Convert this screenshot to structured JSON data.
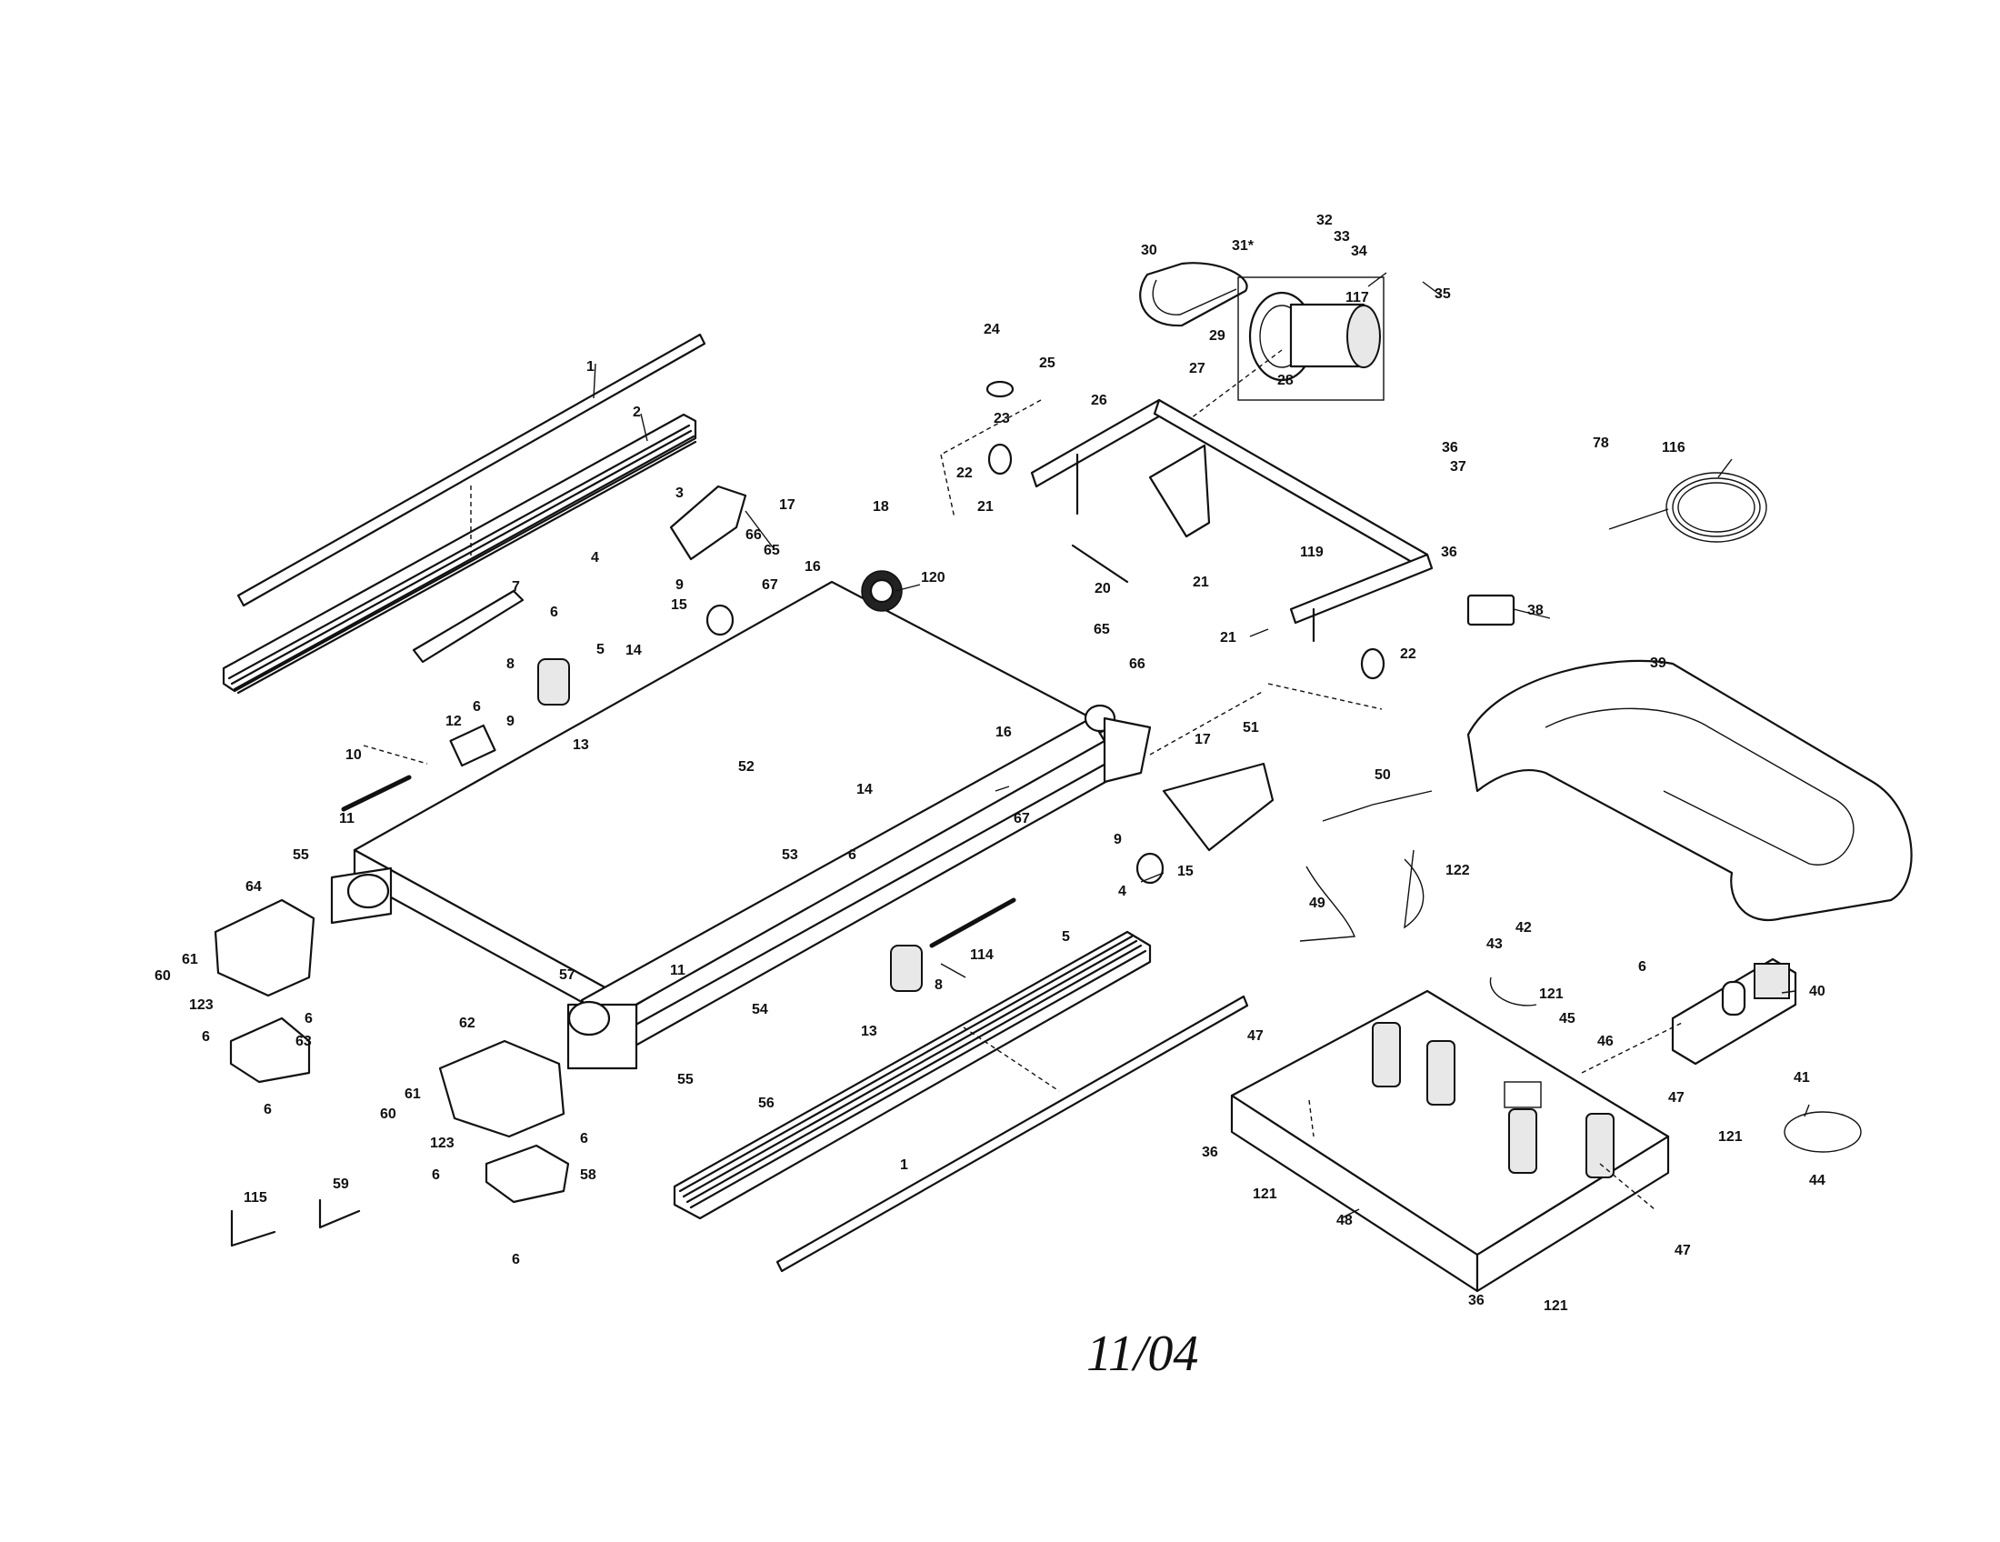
{
  "date_stamp": "11/04",
  "callouts": [
    {
      "id": "1a",
      "text": "1"
    },
    {
      "id": "2",
      "text": "2"
    },
    {
      "id": "3",
      "text": "3"
    },
    {
      "id": "4a",
      "text": "4"
    },
    {
      "id": "5a",
      "text": "5"
    },
    {
      "id": "6a",
      "text": "6"
    },
    {
      "id": "6b",
      "text": "6"
    },
    {
      "id": "7",
      "text": "7"
    },
    {
      "id": "8a",
      "text": "8"
    },
    {
      "id": "9a",
      "text": "9"
    },
    {
      "id": "9b",
      "text": "9"
    },
    {
      "id": "10",
      "text": "10"
    },
    {
      "id": "11a",
      "text": "11"
    },
    {
      "id": "12",
      "text": "12"
    },
    {
      "id": "13a",
      "text": "13"
    },
    {
      "id": "14a",
      "text": "14"
    },
    {
      "id": "15a",
      "text": "15"
    },
    {
      "id": "16a",
      "text": "16"
    },
    {
      "id": "17a",
      "text": "17"
    },
    {
      "id": "18",
      "text": "18"
    },
    {
      "id": "120",
      "text": "120"
    },
    {
      "id": "66a",
      "text": "66"
    },
    {
      "id": "65a",
      "text": "65"
    },
    {
      "id": "67a",
      "text": "67"
    },
    {
      "id": "52",
      "text": "52"
    },
    {
      "id": "53",
      "text": "53"
    },
    {
      "id": "54",
      "text": "54"
    },
    {
      "id": "55a",
      "text": "55"
    },
    {
      "id": "55b",
      "text": "55"
    },
    {
      "id": "57",
      "text": "57"
    },
    {
      "id": "64",
      "text": "64"
    },
    {
      "id": "60a",
      "text": "60"
    },
    {
      "id": "61a",
      "text": "61"
    },
    {
      "id": "123a",
      "text": "123"
    },
    {
      "id": "6c",
      "text": "6"
    },
    {
      "id": "6d",
      "text": "6"
    },
    {
      "id": "63",
      "text": "63"
    },
    {
      "id": "6e",
      "text": "6"
    },
    {
      "id": "62",
      "text": "62"
    },
    {
      "id": "60b",
      "text": "60"
    },
    {
      "id": "61b",
      "text": "61"
    },
    {
      "id": "123b",
      "text": "123"
    },
    {
      "id": "6f",
      "text": "6"
    },
    {
      "id": "6g",
      "text": "6"
    },
    {
      "id": "58",
      "text": "58"
    },
    {
      "id": "6h",
      "text": "6"
    },
    {
      "id": "115",
      "text": "115"
    },
    {
      "id": "59",
      "text": "59"
    },
    {
      "id": "56",
      "text": "56"
    },
    {
      "id": "1b",
      "text": "1"
    },
    {
      "id": "13b",
      "text": "13"
    },
    {
      "id": "8b",
      "text": "8"
    },
    {
      "id": "114",
      "text": "114"
    },
    {
      "id": "6i",
      "text": "6"
    },
    {
      "id": "11b",
      "text": "11"
    },
    {
      "id": "14b",
      "text": "14"
    },
    {
      "id": "16b",
      "text": "16"
    },
    {
      "id": "67b",
      "text": "67"
    },
    {
      "id": "9c",
      "text": "9"
    },
    {
      "id": "15b",
      "text": "15"
    },
    {
      "id": "4b",
      "text": "4"
    },
    {
      "id": "5b",
      "text": "5"
    },
    {
      "id": "65b",
      "text": "65"
    },
    {
      "id": "66b",
      "text": "66"
    },
    {
      "id": "17b",
      "text": "17"
    },
    {
      "id": "51",
      "text": "51"
    },
    {
      "id": "24",
      "text": "24"
    },
    {
      "id": "25",
      "text": "25"
    },
    {
      "id": "23",
      "text": "23"
    },
    {
      "id": "26",
      "text": "26"
    },
    {
      "id": "22a",
      "text": "22"
    },
    {
      "id": "21a",
      "text": "21"
    },
    {
      "id": "20",
      "text": "20"
    },
    {
      "id": "21b",
      "text": "21"
    },
    {
      "id": "27",
      "text": "27"
    },
    {
      "id": "30",
      "text": "30"
    },
    {
      "id": "31",
      "text": "31*"
    },
    {
      "id": "32",
      "text": "32"
    },
    {
      "id": "33",
      "text": "33"
    },
    {
      "id": "34",
      "text": "34"
    },
    {
      "id": "35",
      "text": "35"
    },
    {
      "id": "117",
      "text": "117"
    },
    {
      "id": "29",
      "text": "29"
    },
    {
      "id": "28",
      "text": "28"
    },
    {
      "id": "36a",
      "text": "36"
    },
    {
      "id": "37",
      "text": "37"
    },
    {
      "id": "119",
      "text": "119"
    },
    {
      "id": "36b",
      "text": "36"
    },
    {
      "id": "38",
      "text": "38"
    },
    {
      "id": "21c",
      "text": "21"
    },
    {
      "id": "22b",
      "text": "22"
    },
    {
      "id": "78",
      "text": "78"
    },
    {
      "id": "116",
      "text": "116"
    },
    {
      "id": "39",
      "text": "39"
    },
    {
      "id": "50",
      "text": "50"
    },
    {
      "id": "49",
      "text": "49"
    },
    {
      "id": "122",
      "text": "122"
    },
    {
      "id": "43",
      "text": "43"
    },
    {
      "id": "42",
      "text": "42"
    },
    {
      "id": "6j",
      "text": "6"
    },
    {
      "id": "40",
      "text": "40"
    },
    {
      "id": "121a",
      "text": "121"
    },
    {
      "id": "45",
      "text": "45"
    },
    {
      "id": "46",
      "text": "46"
    },
    {
      "id": "47a",
      "text": "47"
    },
    {
      "id": "47b",
      "text": "47"
    },
    {
      "id": "121b",
      "text": "121"
    },
    {
      "id": "41",
      "text": "41"
    },
    {
      "id": "44",
      "text": "44"
    },
    {
      "id": "36c",
      "text": "36"
    },
    {
      "id": "121c",
      "text": "121"
    },
    {
      "id": "48",
      "text": "48"
    },
    {
      "id": "47c",
      "text": "47"
    },
    {
      "id": "36d",
      "text": "36"
    },
    {
      "id": "121d",
      "text": "121"
    }
  ]
}
